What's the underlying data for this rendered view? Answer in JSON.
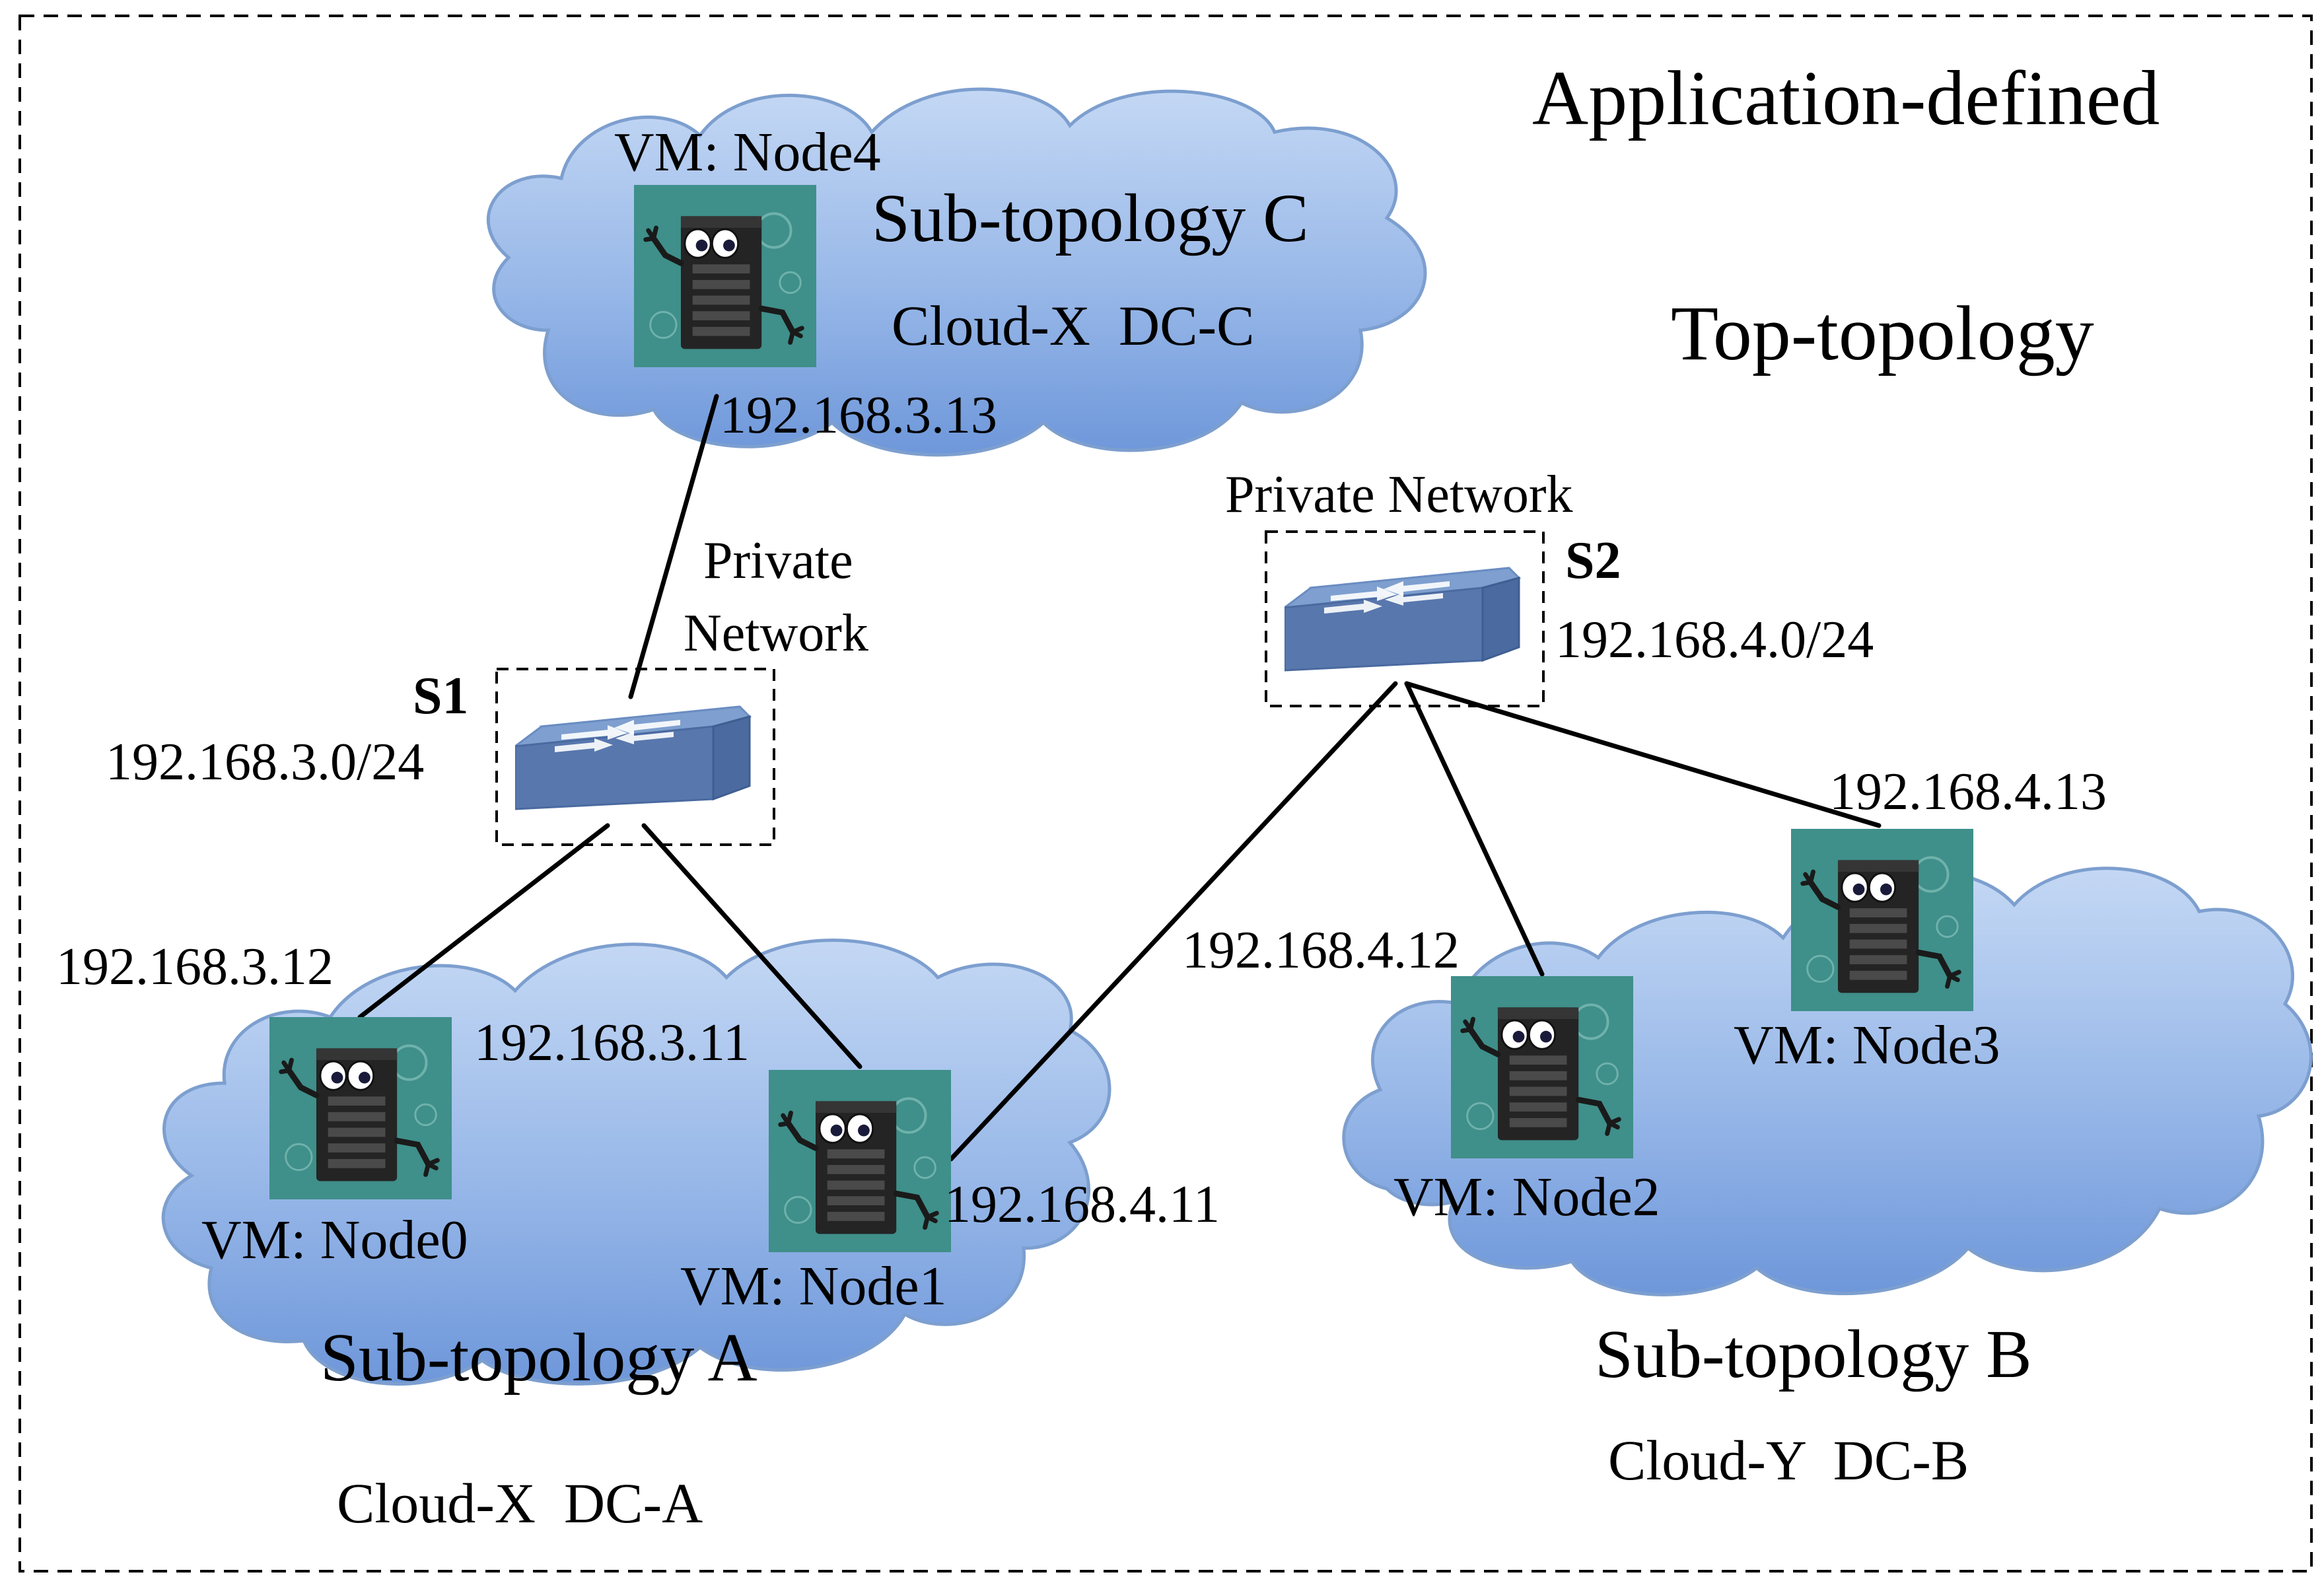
{
  "title": {
    "line1": "Application-defined",
    "line2": "Top-topology"
  },
  "colors": {
    "cloud_fill_light": "#c2d6f3",
    "cloud_fill_dark": "#6f98db",
    "cloud_stroke": "#7d9fcf",
    "switch_top": "#7e9fcf",
    "switch_front": "#5877ad",
    "vm_tile_bg": "#3f8f8a",
    "link": "#000000"
  },
  "clouds": {
    "c": {
      "name": "Sub-topology C",
      "location": "Cloud-X  DC-C"
    },
    "a": {
      "name": "Sub-topology A",
      "location": "Cloud-X  DC-A"
    },
    "b": {
      "name": "Sub-topology B",
      "location": "Cloud-Y  DC-B"
    }
  },
  "switches": {
    "s1": {
      "label": "S1",
      "subnet": "192.168.3.0/24",
      "network_line1": "Private",
      "network_line2": "Network"
    },
    "s2": {
      "label": "S2",
      "subnet": "192.168.4.0/24",
      "network": "Private Network"
    }
  },
  "nodes": {
    "node4": {
      "label": "VM: Node4",
      "ip": "192.168.3.13",
      "icon": "server-robot-icon"
    },
    "node0": {
      "label": "VM: Node0",
      "ip": "192.168.3.12",
      "icon": "server-robot-icon"
    },
    "node1": {
      "label": "VM: Node1",
      "ip_s1": "192.168.3.11",
      "ip_s2": "192.168.4.11",
      "icon": "server-robot-icon"
    },
    "node2": {
      "label": "VM: Node2",
      "ip": "192.168.4.12",
      "icon": "server-robot-icon"
    },
    "node3": {
      "label": "VM: Node3",
      "ip": "192.168.4.13",
      "icon": "server-robot-icon"
    }
  }
}
